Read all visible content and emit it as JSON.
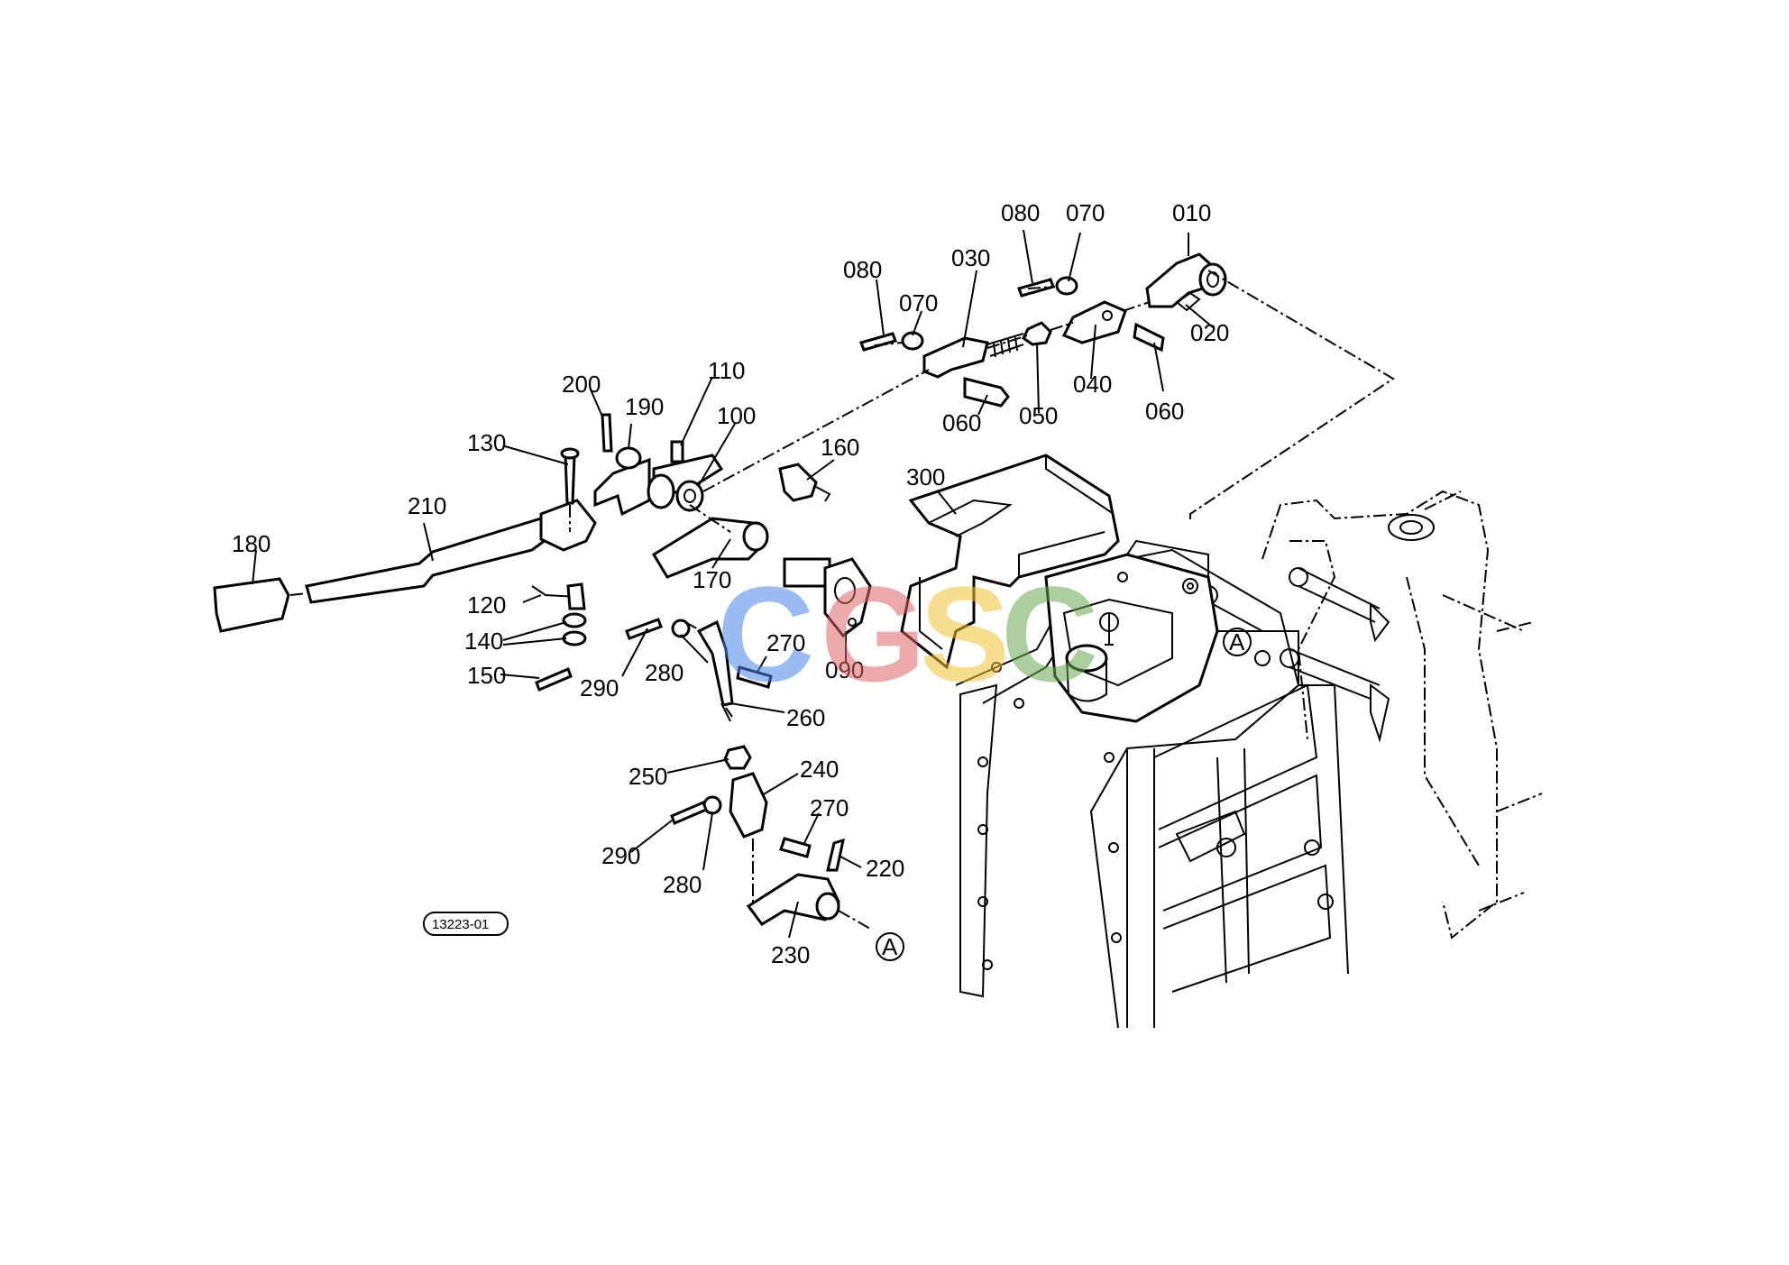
{
  "labels": {
    "p010": "010",
    "p020": "020",
    "p030": "030",
    "p040": "040",
    "p050": "050",
    "p060a": "060",
    "p060b": "060",
    "p070a": "070",
    "p070b": "070",
    "p080a": "080",
    "p080b": "080",
    "p090": "090",
    "p100": "100",
    "p110": "110",
    "p120": "120",
    "p130": "130",
    "p140": "140",
    "p150": "150",
    "p160": "160",
    "p170": "170",
    "p180": "180",
    "p190": "190",
    "p200": "200",
    "p210": "210",
    "p220": "220",
    "p230": "230",
    "p240": "240",
    "p250": "250",
    "p260": "260",
    "p270a": "270",
    "p270b": "270",
    "p280a": "280",
    "p280b": "280",
    "p290a": "290",
    "p290b": "290",
    "p300": "300",
    "refA1": "A",
    "refA2": "A"
  },
  "diagram_code": "13223-01",
  "watermark": {
    "letters": [
      "C",
      "G",
      "S",
      "C"
    ],
    "colors": [
      "#4a86e8",
      "#e06666",
      "#f1c232",
      "#6aa84f"
    ]
  }
}
